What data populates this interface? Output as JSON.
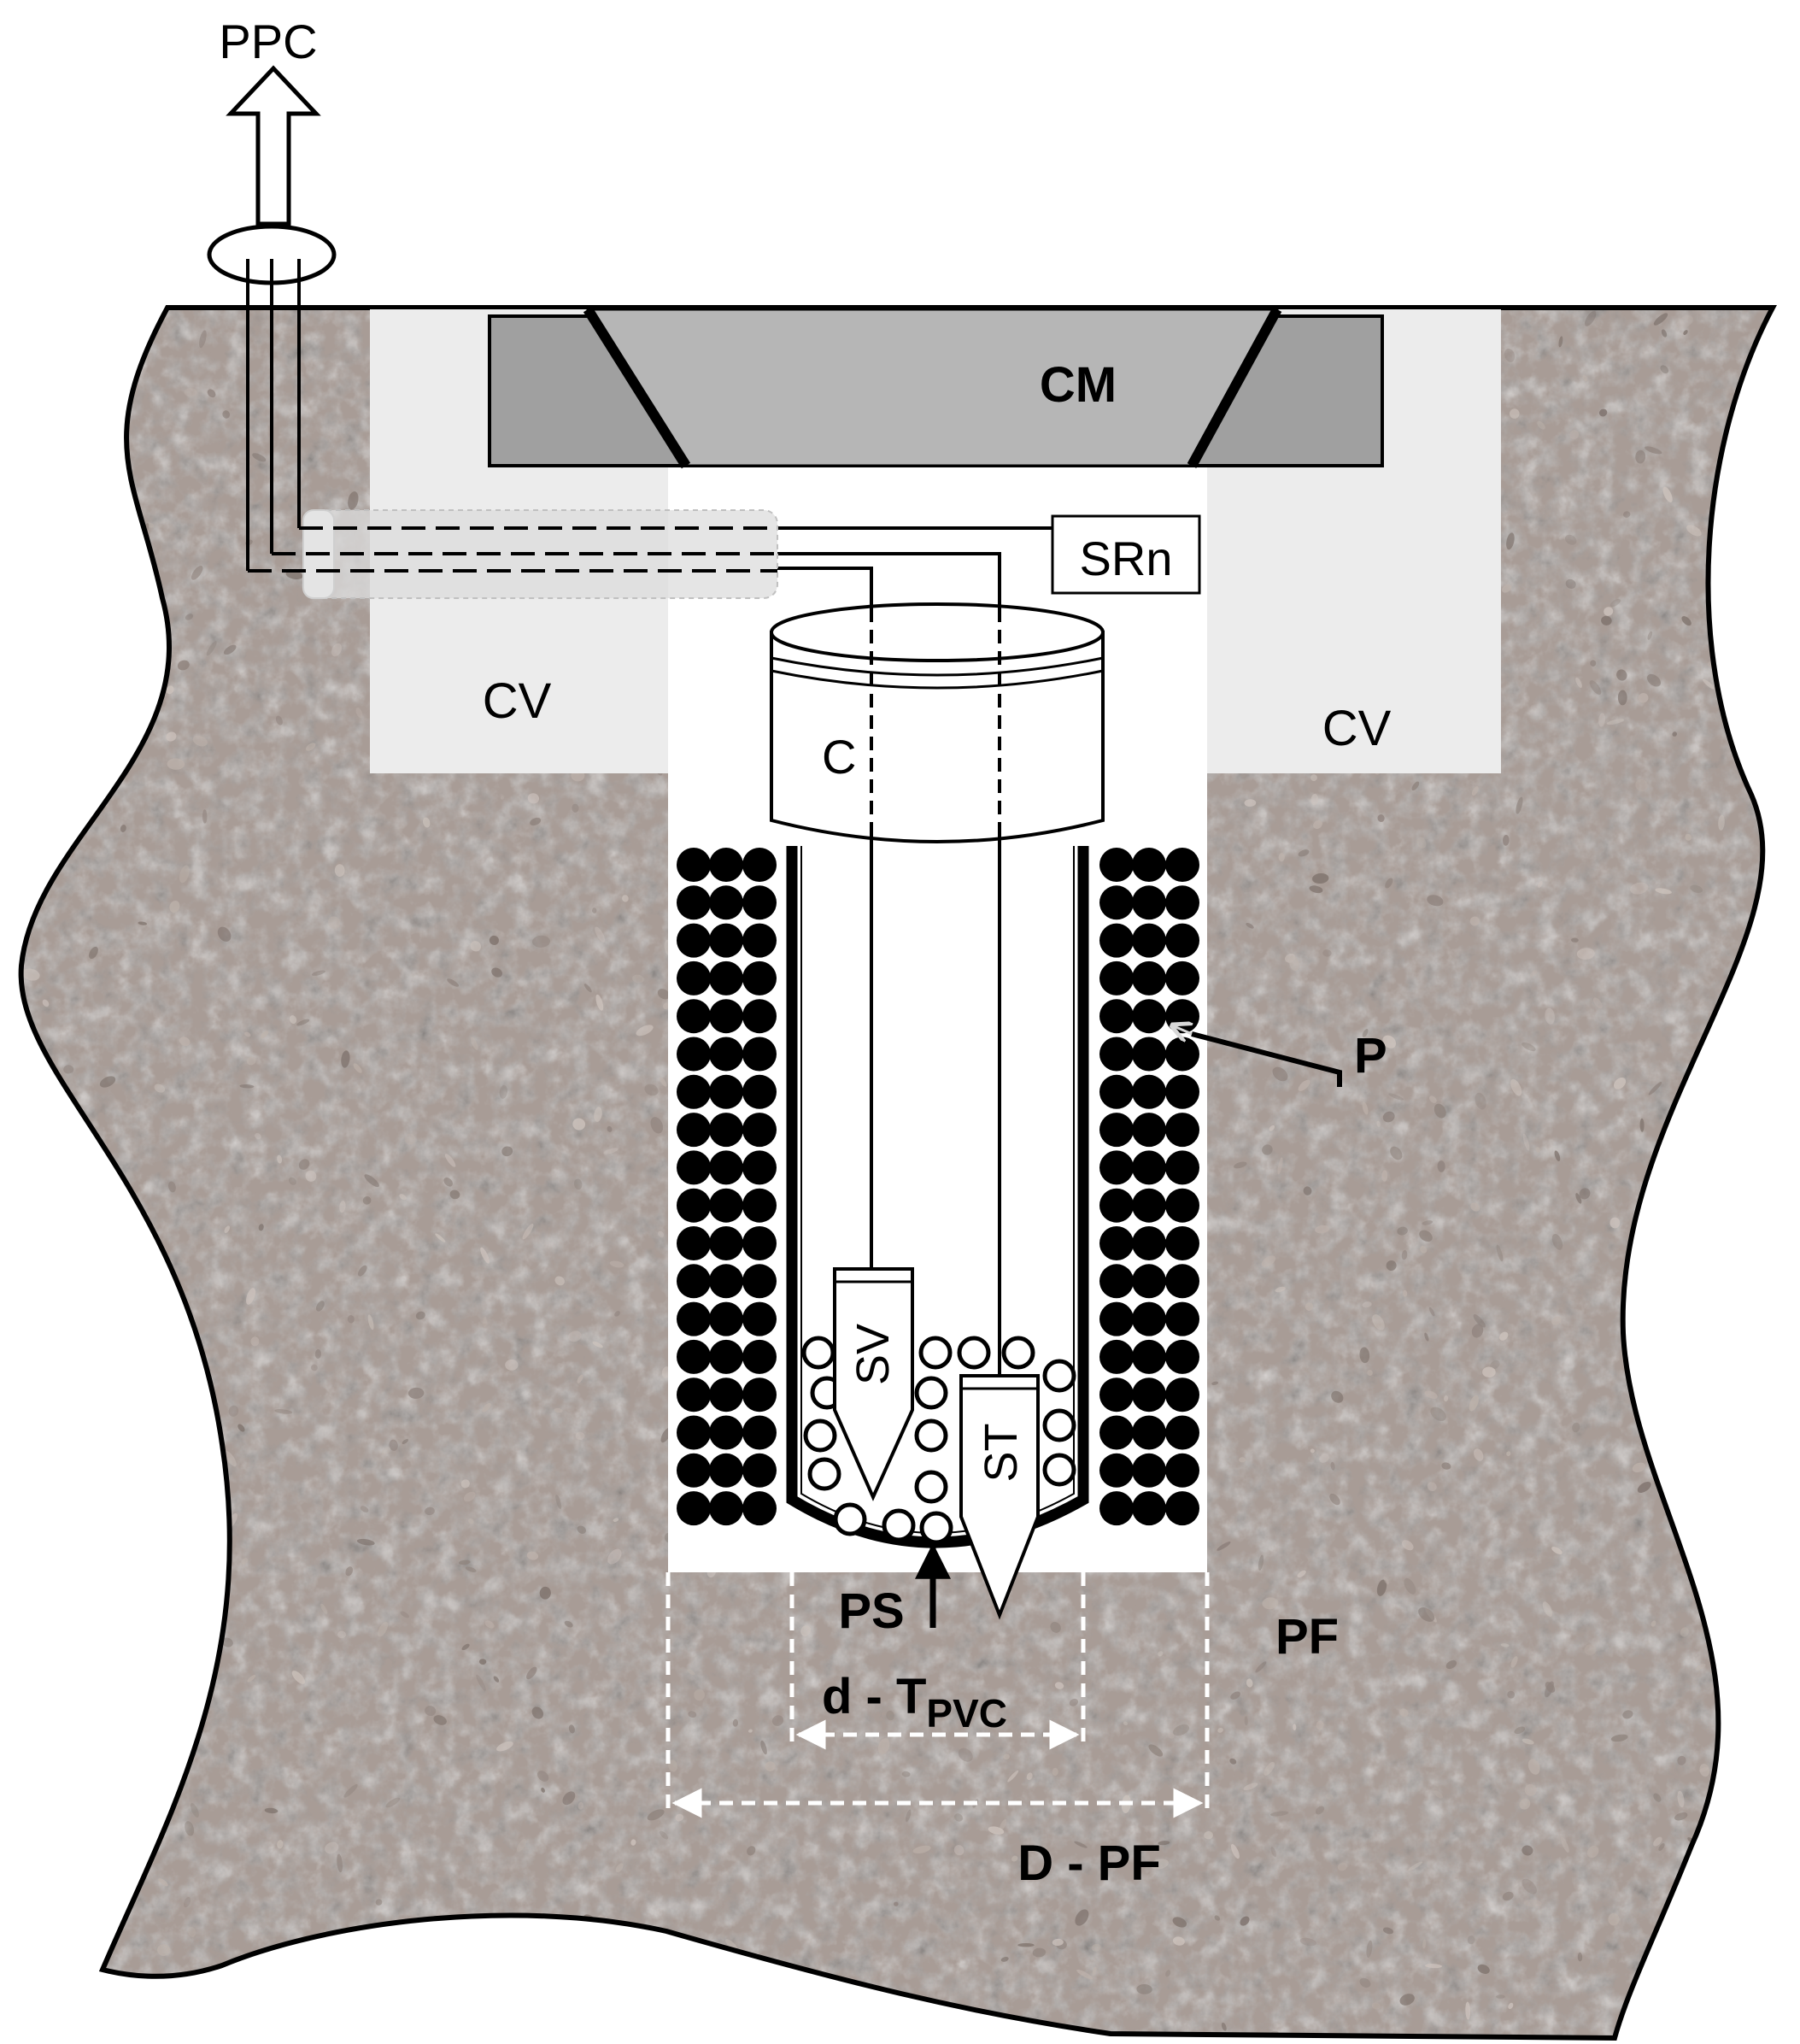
{
  "labels": {
    "ppc": "PPC",
    "cm": "CM",
    "srn": "SRn",
    "cv_left": "CV",
    "cv_right": "CV",
    "c": "C",
    "sv": "SV",
    "st": "ST",
    "p": "P",
    "ps": "PS",
    "pf": "PF",
    "d_main": "d - T",
    "d_sub": "PVC",
    "big_d": "D - PF"
  },
  "colors": {
    "soil": "#a89c96",
    "soil_dark": "#7d716b",
    "soil_light": "#cdc3bd",
    "cover": "#ececec",
    "cm_dark": "#a0a0a0",
    "cm_light": "#b6b6b6",
    "ink": "#000000"
  }
}
